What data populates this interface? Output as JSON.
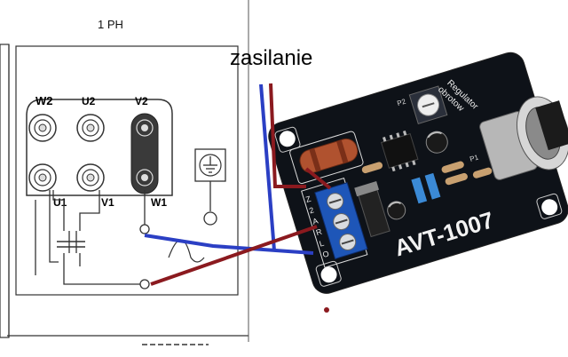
{
  "diagram": {
    "phase_label": "1 PH",
    "power_label": "zasilanie",
    "terminals_top": [
      "W2",
      "U2",
      "V2"
    ],
    "terminals_bottom": [
      "U1",
      "V1",
      "W1"
    ],
    "board": {
      "model": "AVT-1007",
      "subtitle_1": "Regulator",
      "subtitle_2": "obrotow",
      "connector_marks": [
        "Z",
        "2",
        "A",
        "R",
        "L",
        "O"
      ],
      "part_labels": [
        "P1",
        "P2"
      ]
    },
    "wire_colors": {
      "neutral": "#2b3fc4",
      "live": "#8b1a1f"
    },
    "icons": [
      "earth-ground-icon",
      "capacitor-icon",
      "potentiometer-knob-icon"
    ]
  }
}
